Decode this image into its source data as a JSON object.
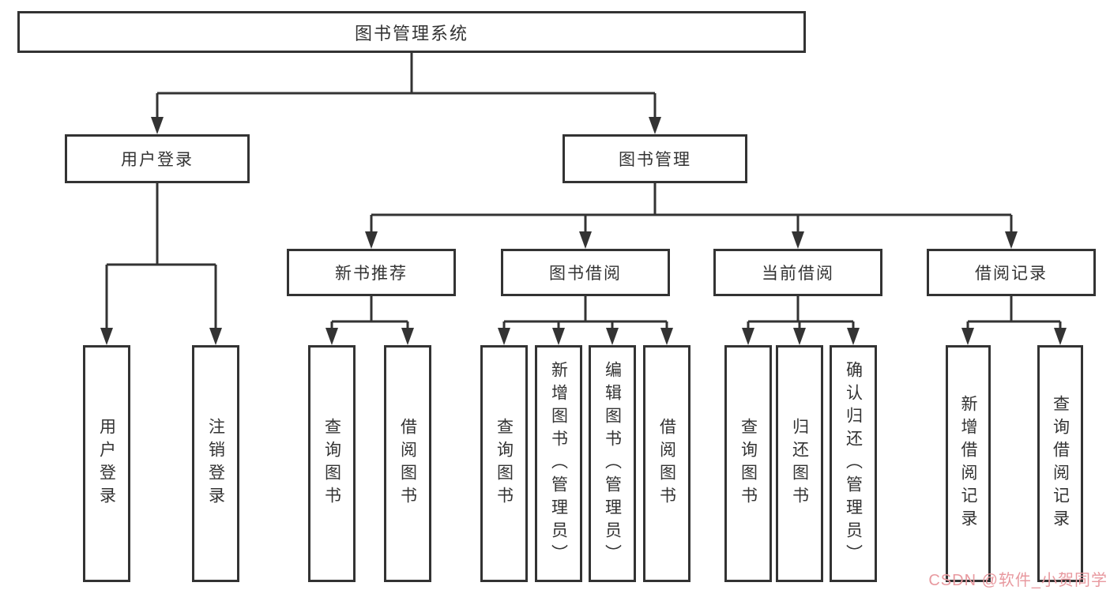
{
  "diagram": {
    "type": "hierarchy-tree",
    "title": "图书管理系统",
    "colors": {
      "line": "#333333",
      "box_border": "#333333",
      "box_background": "#ffffff",
      "text": "#333333",
      "watermark_text": "#e8999f"
    },
    "nodes": {
      "root": {
        "label": "图书管理系统"
      },
      "level2": [
        {
          "id": "user-login",
          "label": "用户登录"
        },
        {
          "id": "book-management",
          "label": "图书管理"
        }
      ],
      "level3": [
        {
          "id": "new-book-recommend",
          "parent": "图书管理",
          "label": "新书推荐"
        },
        {
          "id": "book-borrow",
          "parent": "图书管理",
          "label": "图书借阅"
        },
        {
          "id": "current-borrow",
          "parent": "图书管理",
          "label": "当前借阅"
        },
        {
          "id": "borrow-records",
          "parent": "图书管理",
          "label": "借阅记录"
        }
      ],
      "leaves": [
        {
          "parent": "用户登录",
          "label": "用户登录"
        },
        {
          "parent": "用户登录",
          "label": "注销登录"
        },
        {
          "parent": "新书推荐",
          "label": "查询图书"
        },
        {
          "parent": "新书推荐",
          "label": "借阅图书"
        },
        {
          "parent": "图书借阅",
          "label": "查询图书"
        },
        {
          "parent": "图书借阅",
          "label": "新增图书（管理员）"
        },
        {
          "parent": "图书借阅",
          "label": "编辑图书（管理员）"
        },
        {
          "parent": "图书借阅",
          "label": "借阅图书"
        },
        {
          "parent": "当前借阅",
          "label": "查询图书"
        },
        {
          "parent": "当前借阅",
          "label": "归还图书"
        },
        {
          "parent": "当前借阅",
          "label": "确认归还（管理员）"
        },
        {
          "parent": "借阅记录",
          "label": "新增借阅记录"
        },
        {
          "parent": "借阅记录",
          "label": "查询借阅记录"
        }
      ]
    },
    "watermark": "CSDN @软件_小贺同学"
  }
}
